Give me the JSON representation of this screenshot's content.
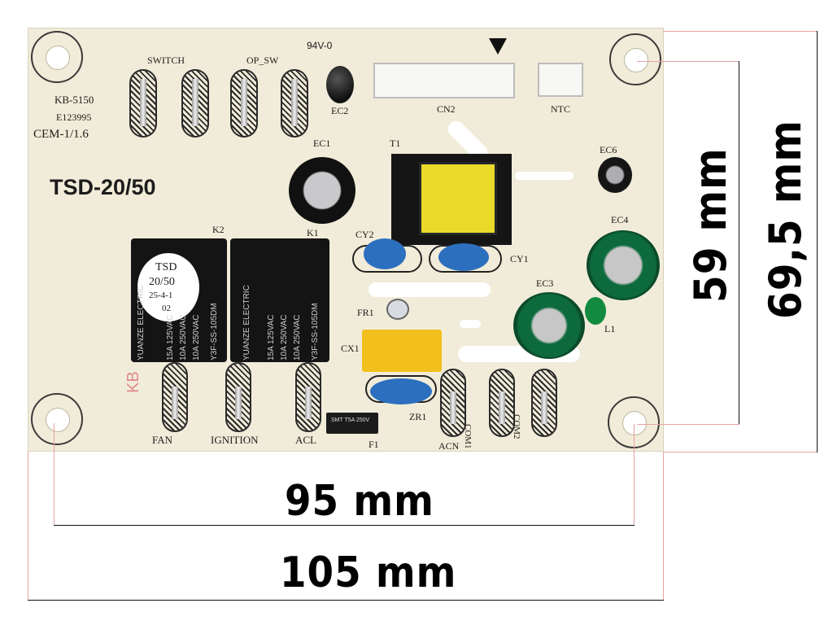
{
  "dimensions": {
    "width_inner": "95 mm",
    "width_outer": "105 mm",
    "height_inner": "59 mm",
    "height_outer": "69,5 mm"
  },
  "board": {
    "model": "TSD-20/50",
    "code": "KB-5150",
    "cert": "E123995",
    "material": "CEM-1/1.6",
    "ul_rating": "94V-0",
    "stamp": "KB",
    "labels": {
      "switch": "SWITCH",
      "op_sw": "OP_SW",
      "ec2": "EC2",
      "cn2": "CN2",
      "ntc": "NTC",
      "ec1": "EC1",
      "t1": "T1",
      "ec6": "EC6",
      "k2": "K2",
      "k1": "K1",
      "cy2": "CY2",
      "cy1": "CY1",
      "ec4": "EC4",
      "ec3": "EC3",
      "fr1": "FR1",
      "l1": "L1",
      "cx1": "CX1",
      "zr1": "ZR1",
      "f1": "F1",
      "fan": "FAN",
      "ignition": "IGNITION",
      "acl": "ACL",
      "acn": "ACN",
      "com1": "COM1",
      "com2": "COM2"
    },
    "sticker": {
      "line1": "TSD",
      "line2": "20/50",
      "line3": "25-4-1",
      "line4": "02"
    },
    "relay_k1": {
      "brand": "YUANZE ELECTRIC",
      "rating1": "15A 125VAC",
      "rating2": "10A 250VAC",
      "rating3": "10A 250VAC",
      "model": "Y3F-SS-105DM"
    },
    "relay_k2": {
      "brand": "YUANZE ELECTRIC",
      "rating1": "15A 125VAC",
      "rating2": "10A 250VAC",
      "rating3": "10A 250VAC",
      "model": "Y3F-SS-105DM"
    },
    "fuse_text": "SMT T5A 250V"
  }
}
